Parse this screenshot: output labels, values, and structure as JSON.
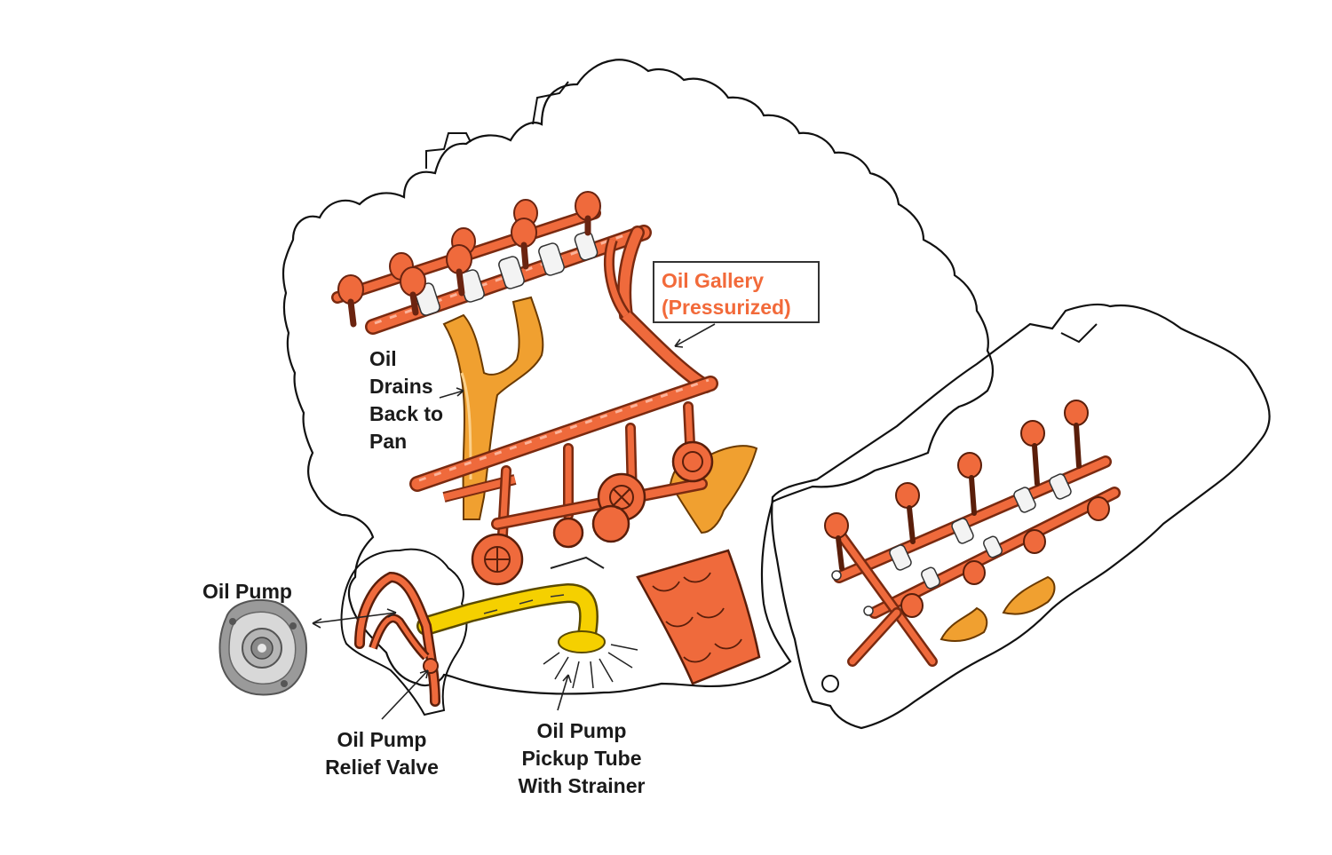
{
  "labels": {
    "oil_gallery": [
      "Oil Gallery",
      "(Pressurized)"
    ],
    "oil_drains": [
      "Oil",
      "Drains",
      "Back to",
      "Pan"
    ],
    "oil_pump": "Oil Pump",
    "relief_valve": [
      "Oil Pump",
      "Relief Valve"
    ],
    "pickup_tube": [
      "Oil Pump",
      "Pickup Tube",
      "With Strainer"
    ]
  },
  "colors": {
    "gallery": "#ef6a3c",
    "gallery_dark": "#7a2a10",
    "drain": "#f0a030",
    "pickup": "#f5d000",
    "outline": "#111111",
    "gallery_text": "#f26a3a"
  }
}
